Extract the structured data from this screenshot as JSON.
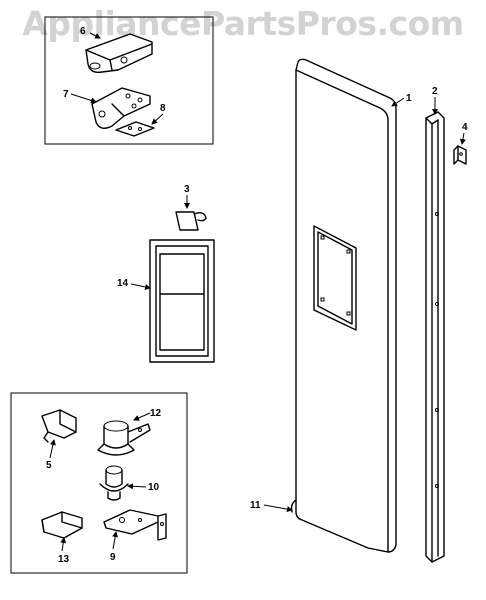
{
  "watermark": {
    "text": "AppliancePartsPros.com"
  },
  "callouts": {
    "c1": "1",
    "c2": "2",
    "c3": "3",
    "c4": "4",
    "c5": "5",
    "c6": "6",
    "c7": "7",
    "c8": "8",
    "c9": "9",
    "c10": "10",
    "c11": "11",
    "c12": "12",
    "c13": "13",
    "c14": "14"
  }
}
